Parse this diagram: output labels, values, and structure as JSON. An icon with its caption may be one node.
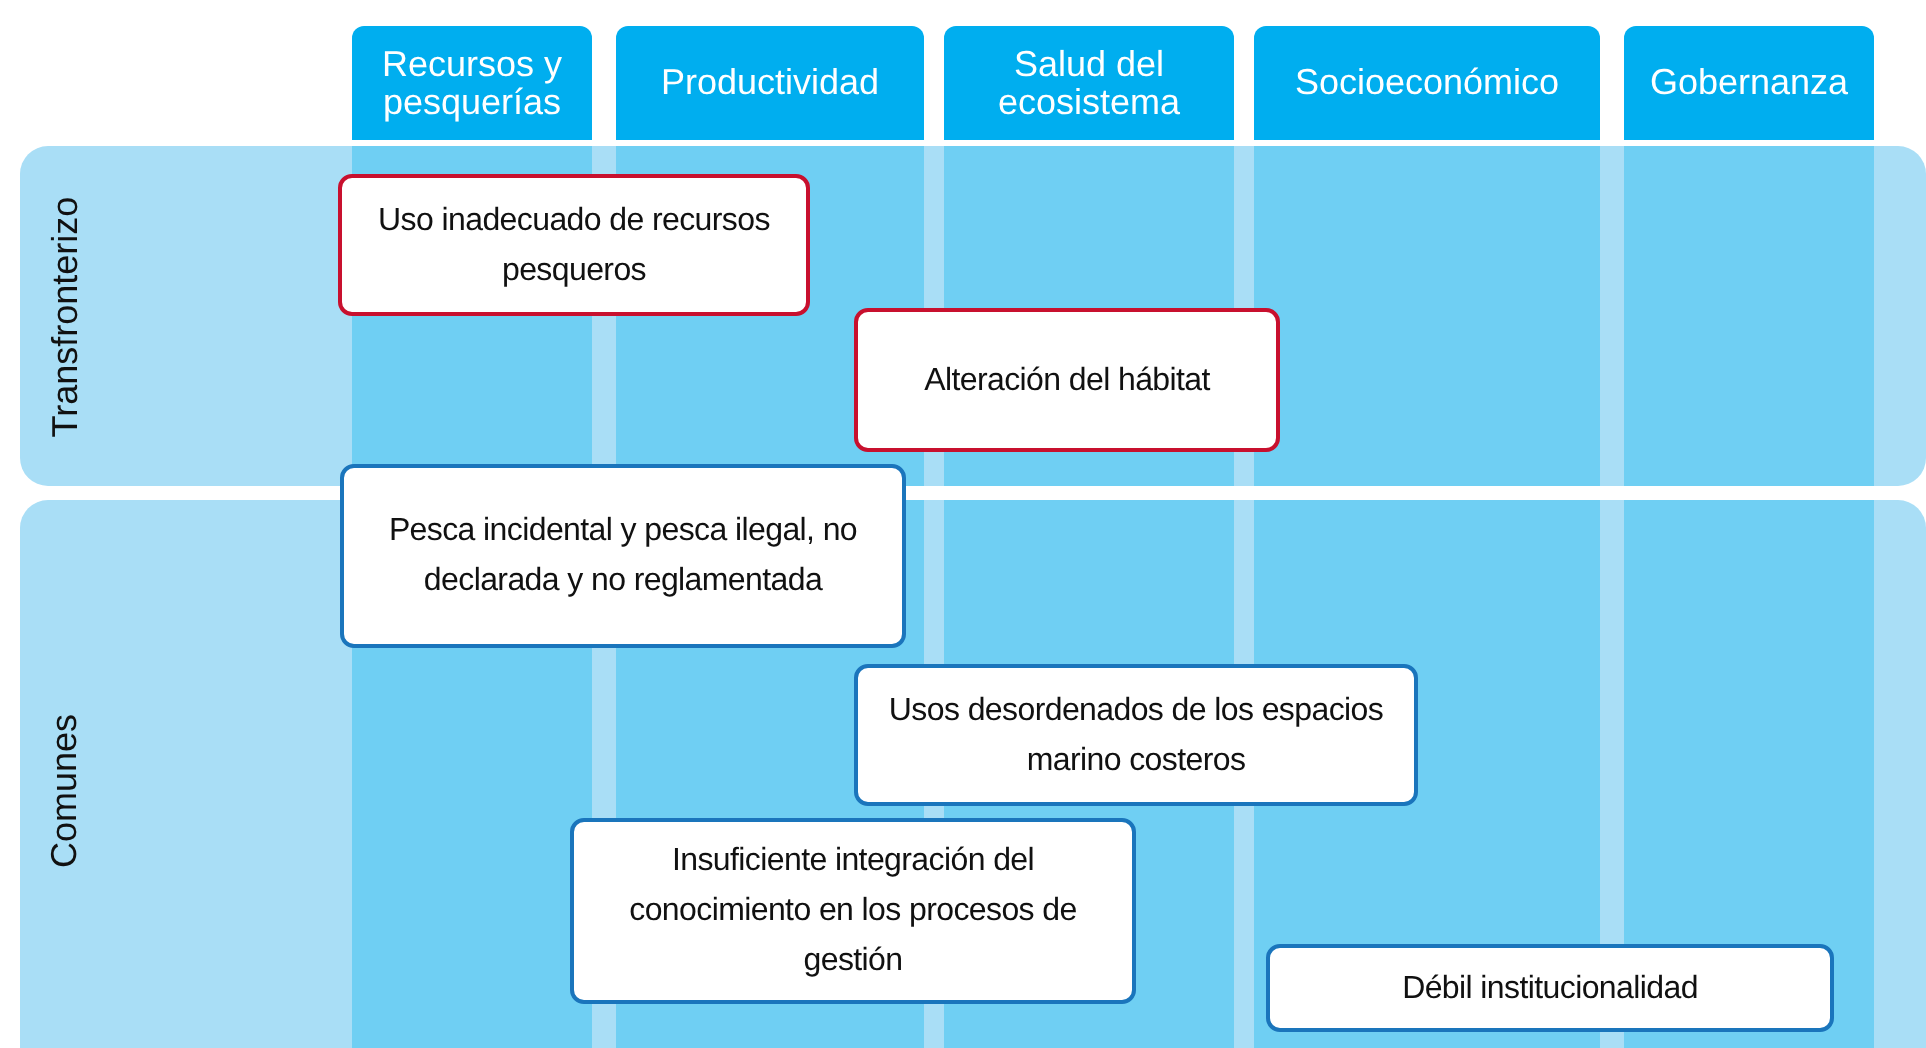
{
  "diagram": {
    "nodes": [
      {
        "text": [
          "Recursos y pesquerías"
        ]
      },
      {
        "text": [
          "Productividad"
        ]
      },
      {
        "text": [
          "Salud del ecosistema"
        ]
      },
      {
        "text": [
          "Socioeconómico"
        ]
      },
      {
        "text": [
          "Gobernanza"
        ]
      },
      {
        "text": [
          "Transfronterizo"
        ]
      },
      {
        "text": [
          "Uso inadecuado de recursos pesqueros"
        ],
        "in": 5
      },
      {
        "text": [
          "Alteración del hábitat"
        ],
        "in": 5
      },
      {
        "text": [
          "Comunes"
        ]
      },
      {
        "text": [
          "Pesca incidental y pesca ilegal, no declarada y no reglamentada"
        ]
      },
      {
        "text": [
          "Usos desordenados de los espacios marino costeros"
        ],
        "in": 8
      },
      {
        "text": [
          "Insuficiente integración del conocimiento en los procesos de gestión"
        ],
        "in": 8
      },
      {
        "text": [
          "Débil institucionalidad"
        ],
        "in": 8
      }
    ],
    "edges": []
  }
}
